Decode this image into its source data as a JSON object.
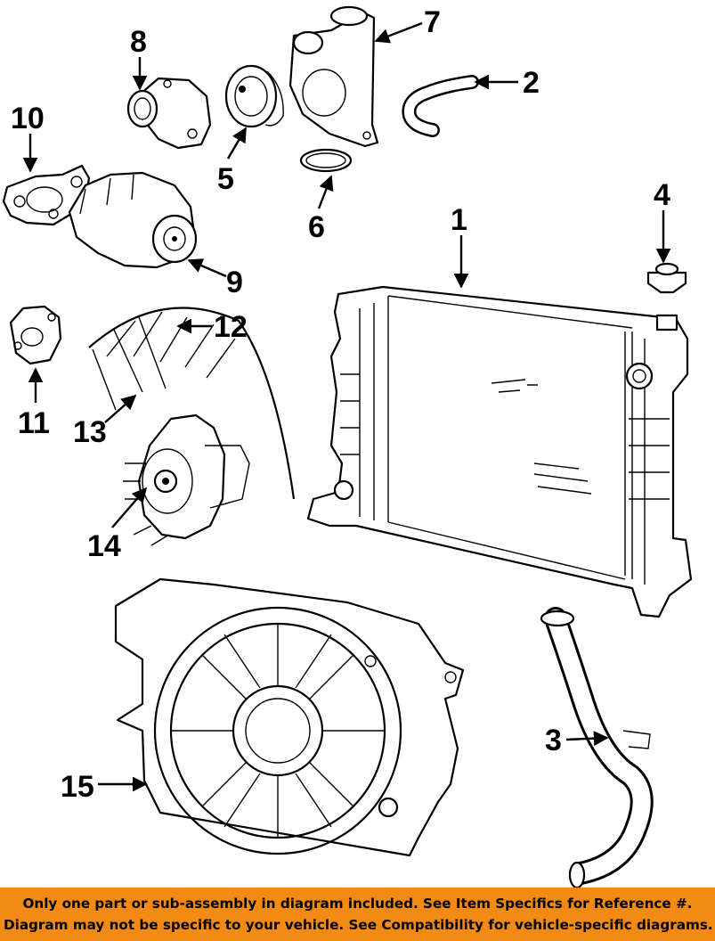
{
  "diagram": {
    "callouts": [
      {
        "id": "1",
        "label": "1"
      },
      {
        "id": "2",
        "label": "2"
      },
      {
        "id": "3",
        "label": "3"
      },
      {
        "id": "4",
        "label": "4"
      },
      {
        "id": "5",
        "label": "5"
      },
      {
        "id": "6",
        "label": "6"
      },
      {
        "id": "7",
        "label": "7"
      },
      {
        "id": "8",
        "label": "8"
      },
      {
        "id": "9",
        "label": "9"
      },
      {
        "id": "10",
        "label": "10"
      },
      {
        "id": "11",
        "label": "11"
      },
      {
        "id": "12",
        "label": "12"
      },
      {
        "id": "13",
        "label": "13"
      },
      {
        "id": "14",
        "label": "14"
      },
      {
        "id": "15",
        "label": "15"
      }
    ]
  },
  "disclaimer": {
    "line1": "Only one part or sub-assembly in diagram included. See Item Specifics for Reference #.",
    "line2": "Diagram may not be specific to your vehicle. See Compatibility for vehicle-specific diagrams."
  },
  "colors": {
    "banner": "#f28a14",
    "ink": "#000000",
    "paper": "#ffffff"
  }
}
